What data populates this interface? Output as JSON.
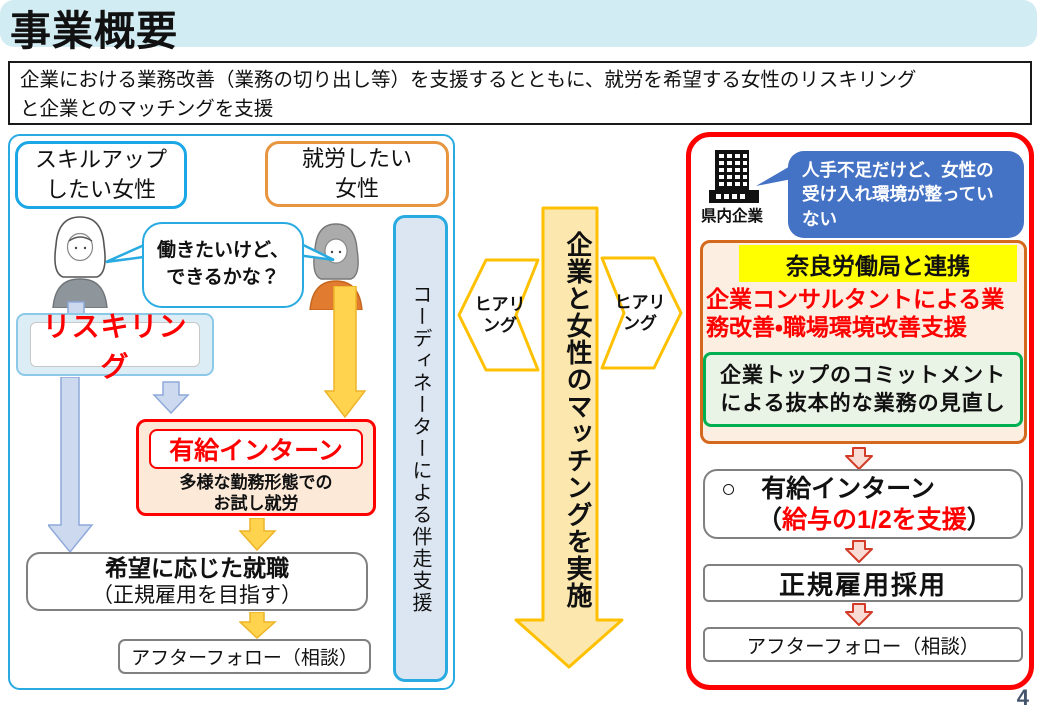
{
  "title": "事業概要",
  "description": "企業における業務改善（業務の切り出し等）を支援するとともに、就労を希望する女性のリスキリング\nと企業とのマッチングを支援",
  "left_panel": {
    "skillup_box": "スキルアップ\nしたい女性",
    "work_box": "就労したい\n女性",
    "speech_bubble": "働きたいけど、\nできるかな？",
    "reskilling": "リスキリング",
    "intern_title": "有給インターン",
    "intern_desc": "多様な勤務形態での\nお試し就労",
    "employment_title": "希望に応じた就職",
    "employment_sub": "（正規雇用を目指す）",
    "after_follow": "アフターフォロー（相談）",
    "coordinator": "コーディネーターによる伴走支援"
  },
  "center": {
    "matching_arrow": "企業と女性のマッチングを実施",
    "hearing_left": "ヒアリ\nング",
    "hearing_right": "ヒアリ\nング"
  },
  "right_panel": {
    "company_label": "県内企業",
    "speech_bubble": "人手不足だけど、女性の\n受け入れ環境が整ってい\nない",
    "nara_label": "奈良労働局と連携",
    "consultant_support": "企業コンサルタントによる業\n務改善・職場環境改善支援",
    "commitment": "企業トップのコミットメント\nによる抜本的な業務の見直し",
    "intern_line1": "○　有給インターン",
    "intern_paren_open": "（",
    "intern_support": "給与の1/2を支援",
    "intern_paren_close": "）",
    "regular_employment": "正規雇用採用",
    "after_follow": "アフターフォロー（相談）"
  },
  "page_number": "4",
  "colors": {
    "title_bar_bg": "#D2ECF4",
    "cyan_border": "#29ABE2",
    "orange_border": "#E8953F",
    "red": "#FF0000",
    "bubble_blue": "#4472C4",
    "highlight_yellow": "#FFFF00",
    "green_border": "#00B050",
    "gold_arrow": "#FFC000",
    "blue_arrow_fill": "#CDD9EF",
    "yellow_arrow_fill": "#FFD34D",
    "page_number_color": "#44546A"
  }
}
